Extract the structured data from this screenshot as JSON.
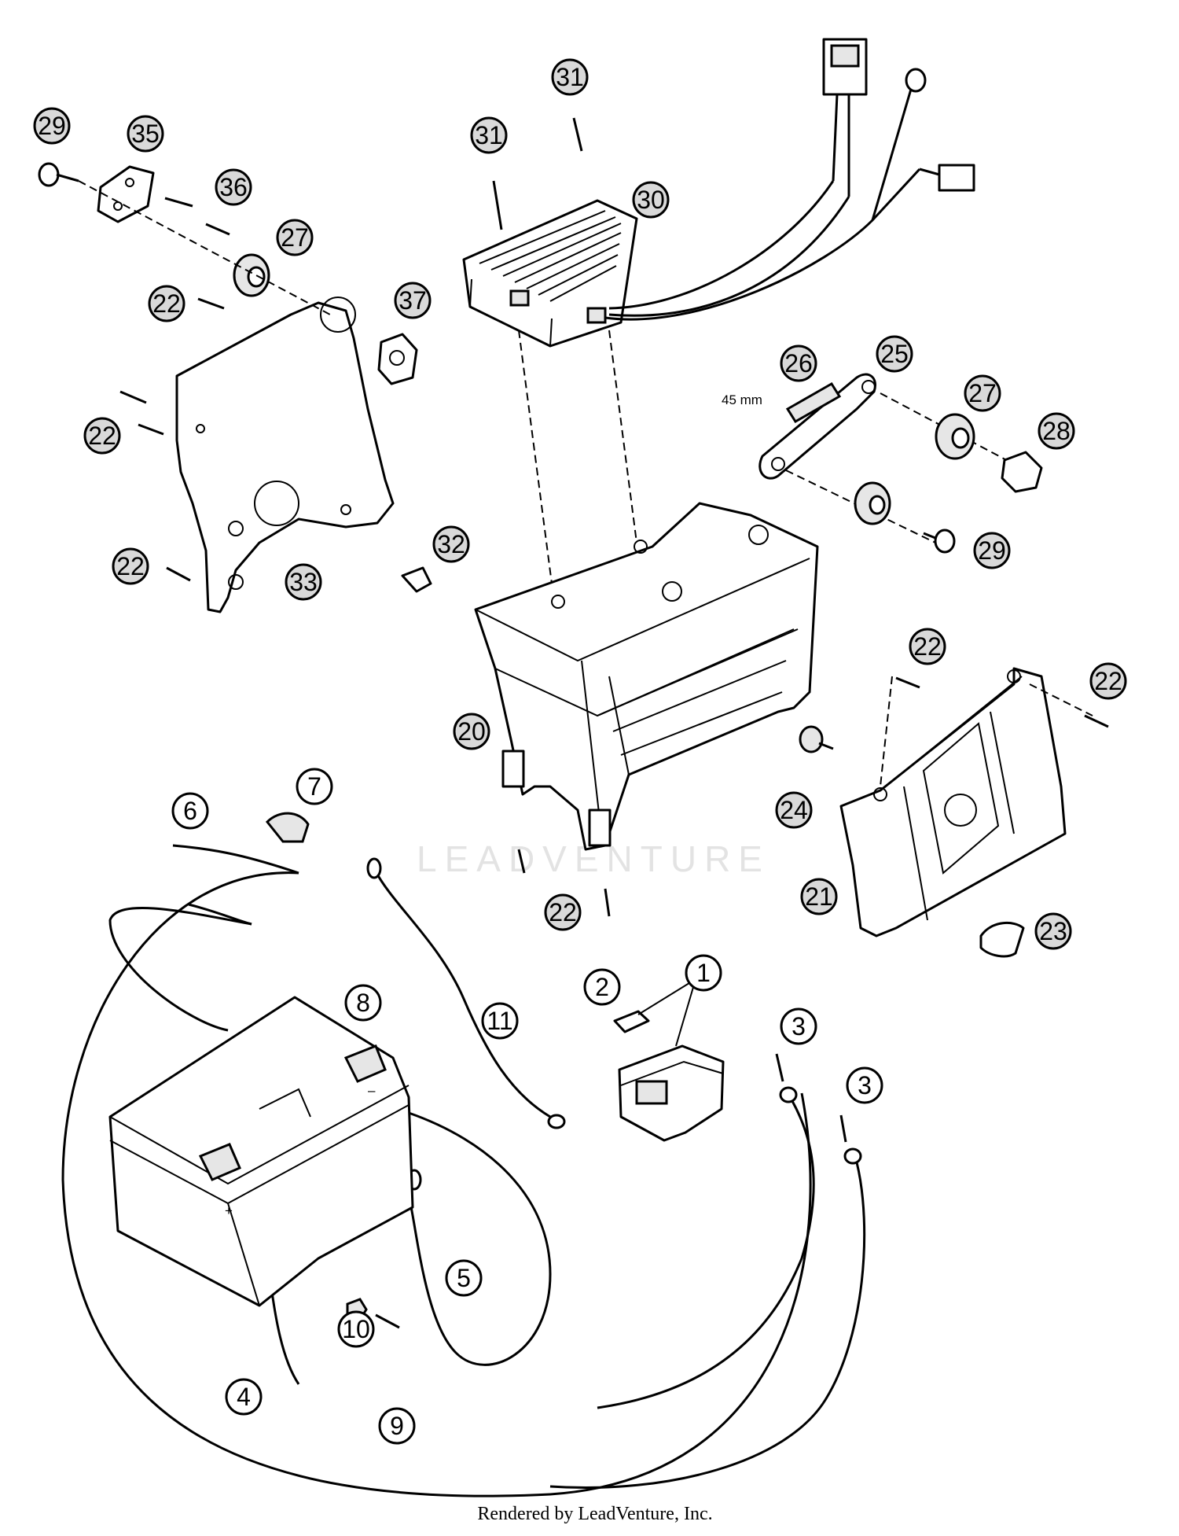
{
  "diagram": {
    "callouts": [
      {
        "id": "c-29a",
        "label": "29"
      },
      {
        "id": "c-35",
        "label": "35"
      },
      {
        "id": "c-36",
        "label": "36"
      },
      {
        "id": "c-27a",
        "label": "27"
      },
      {
        "id": "c-22a",
        "label": "22"
      },
      {
        "id": "c-37",
        "label": "37"
      },
      {
        "id": "c-22b",
        "label": "22"
      },
      {
        "id": "c-22c",
        "label": "22"
      },
      {
        "id": "c-33",
        "label": "33"
      },
      {
        "id": "c-32",
        "label": "32"
      },
      {
        "id": "c-31a",
        "label": "31"
      },
      {
        "id": "c-31b",
        "label": "31"
      },
      {
        "id": "c-30",
        "label": "30"
      },
      {
        "id": "c-26",
        "label": "26"
      },
      {
        "id": "c-25",
        "label": "25"
      },
      {
        "id": "c-27b",
        "label": "27"
      },
      {
        "id": "c-28",
        "label": "28"
      },
      {
        "id": "c-29b",
        "label": "29"
      },
      {
        "id": "c-20",
        "label": "20"
      },
      {
        "id": "c-22d",
        "label": "22"
      },
      {
        "id": "c-22e",
        "label": "22"
      },
      {
        "id": "c-24",
        "label": "24"
      },
      {
        "id": "c-21",
        "label": "21"
      },
      {
        "id": "c-23",
        "label": "23"
      },
      {
        "id": "c-22f",
        "label": "22"
      },
      {
        "id": "c-6",
        "label": "6"
      },
      {
        "id": "c-7",
        "label": "7"
      },
      {
        "id": "c-8",
        "label": "8"
      },
      {
        "id": "c-11",
        "label": "11"
      },
      {
        "id": "c-2",
        "label": "2"
      },
      {
        "id": "c-1",
        "label": "1"
      },
      {
        "id": "c-3a",
        "label": "3"
      },
      {
        "id": "c-3b",
        "label": "3"
      },
      {
        "id": "c-5",
        "label": "5"
      },
      {
        "id": "c-10",
        "label": "10"
      },
      {
        "id": "c-9",
        "label": "9"
      },
      {
        "id": "c-4",
        "label": "4"
      }
    ],
    "dimension_label": "45 mm",
    "battery_plus": "+",
    "battery_minus": "–",
    "watermark": "LEADVENTURE",
    "footer": "Rendered by LeadVenture, Inc."
  }
}
